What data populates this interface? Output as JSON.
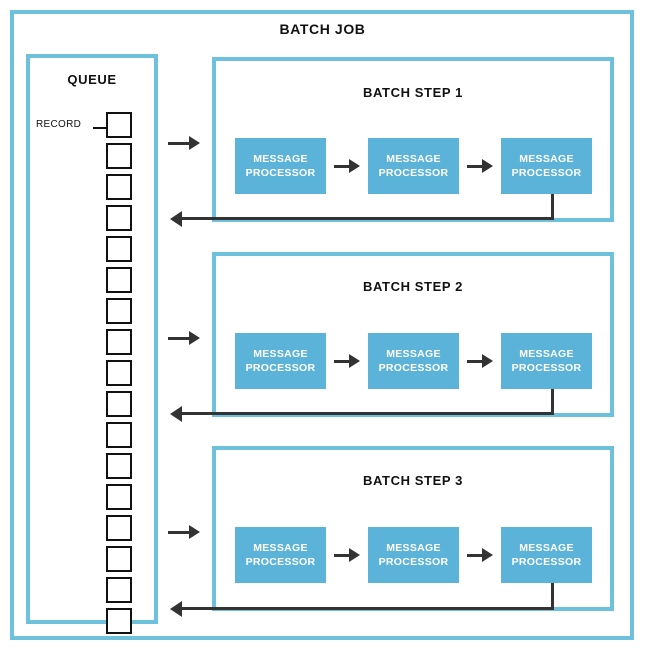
{
  "diagram": {
    "title": "BATCH JOB",
    "colors": {
      "frame_blue": "#6ec1dd",
      "processor_blue": "#5cb3da",
      "arrow_dark": "#333333",
      "record_outline": "#111111",
      "background": "#ffffff"
    }
  },
  "queue": {
    "title": "QUEUE",
    "record_label": "RECORD",
    "record_count": 17
  },
  "steps": [
    {
      "title": "BATCH STEP 1",
      "processors": [
        {
          "line1": "MESSAGE",
          "line2": "PROCESSOR"
        },
        {
          "line1": "MESSAGE",
          "line2": "PROCESSOR"
        },
        {
          "line1": "MESSAGE",
          "line2": "PROCESSOR"
        }
      ]
    },
    {
      "title": "BATCH STEP 2",
      "processors": [
        {
          "line1": "MESSAGE",
          "line2": "PROCESSOR"
        },
        {
          "line1": "MESSAGE",
          "line2": "PROCESSOR"
        },
        {
          "line1": "MESSAGE",
          "line2": "PROCESSOR"
        }
      ]
    },
    {
      "title": "BATCH STEP 3",
      "processors": [
        {
          "line1": "MESSAGE",
          "line2": "PROCESSOR"
        },
        {
          "line1": "MESSAGE",
          "line2": "PROCESSOR"
        },
        {
          "line1": "MESSAGE",
          "line2": "PROCESSOR"
        }
      ]
    }
  ],
  "geometry": {
    "step_tops": [
      57,
      252,
      446
    ],
    "step_height": 165,
    "step_title_tops": [
      85,
      279,
      473
    ],
    "proc_tops": [
      138,
      333,
      527
    ],
    "proc_lefts": [
      235,
      368,
      501
    ],
    "in_arrow_tops": [
      136,
      331,
      525
    ],
    "return_arrow_tops": [
      217,
      412,
      607
    ]
  }
}
